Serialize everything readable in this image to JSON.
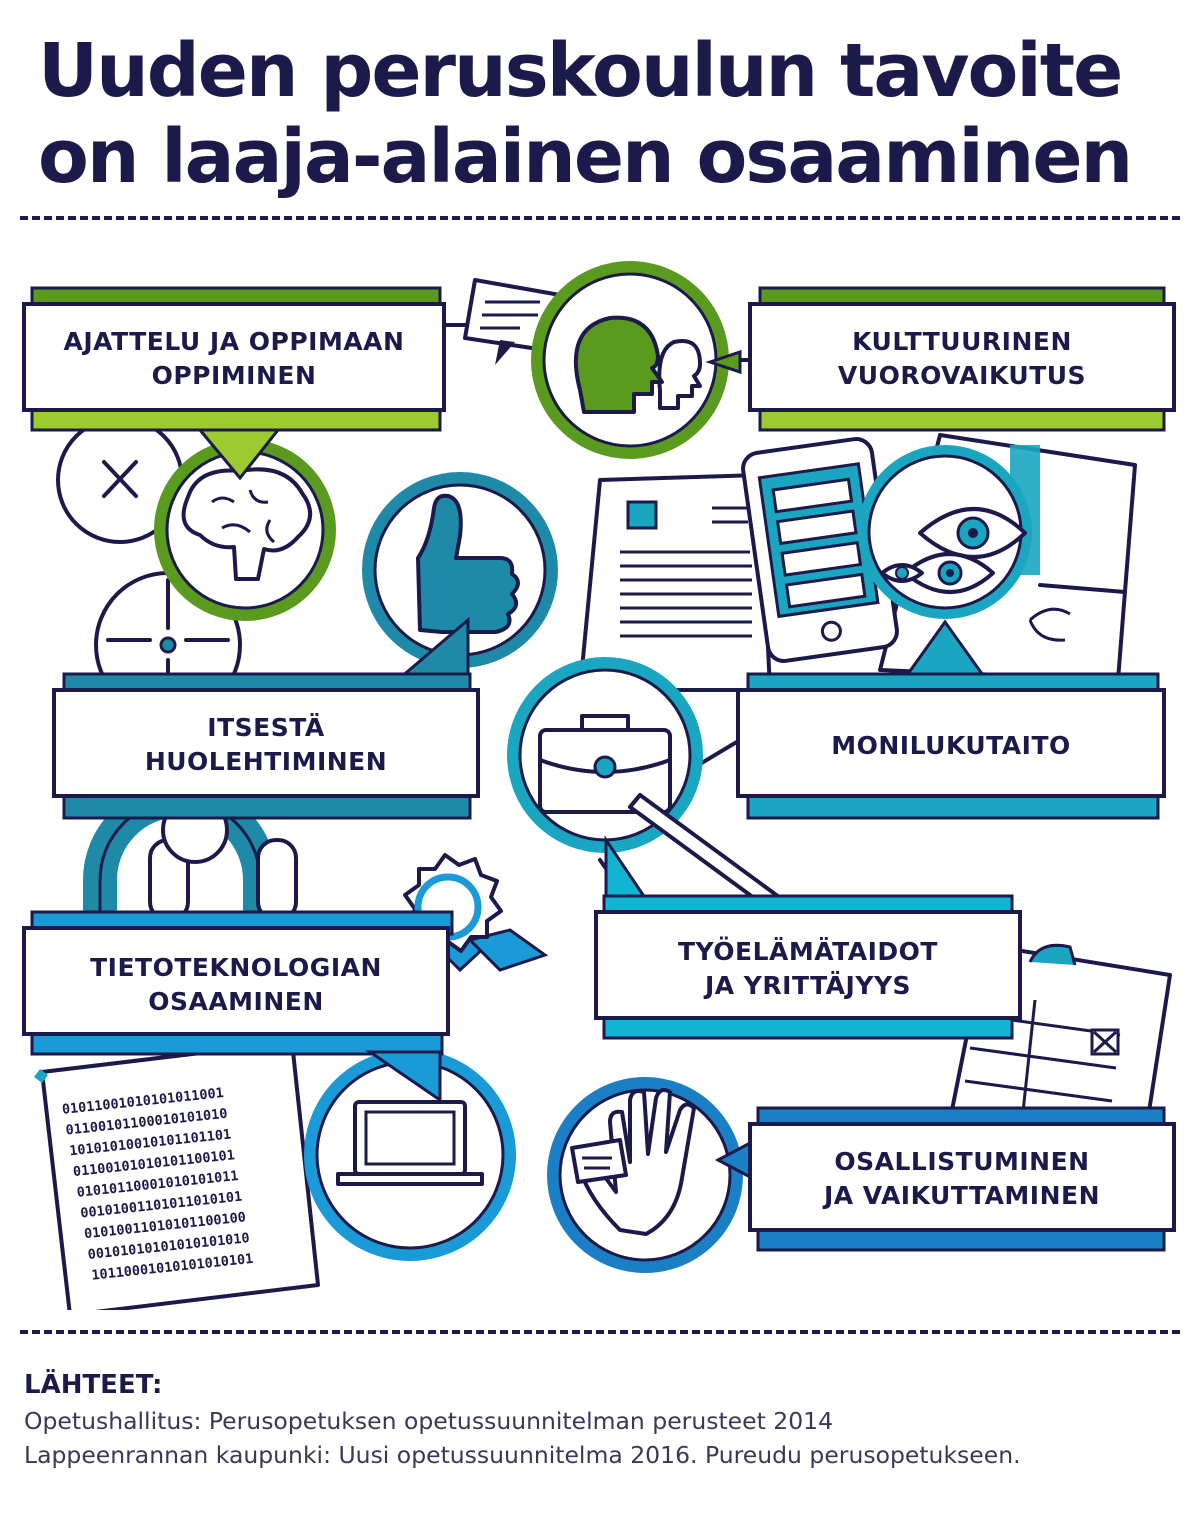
{
  "title": {
    "line1": "Uuden peruskoulun tavoite",
    "line2": "on laaja-alainen osaaminen"
  },
  "competences": [
    {
      "line1": "AJATTELU JA OPPIMAAN",
      "line2": "OPPIMINEN",
      "icon": "brain-icon",
      "color": "#5a9a1e"
    },
    {
      "line1": "KULTTUURINEN",
      "line2": "VUOROVAIKUTUS",
      "icon": "heads-icon",
      "color": "#5a9a1e"
    },
    {
      "line1": "ITSESTÄ",
      "line2": "HUOLEHTIMINEN",
      "icon": "thumbs-up-icon",
      "color": "#1f8aa8"
    },
    {
      "line1": "MONILUKUTAITO",
      "line2": "",
      "icon": "eye-icon",
      "color": "#1aa6c0"
    },
    {
      "line1": "TIETOTEKNOLOGIAN",
      "line2": "OSAAMINEN",
      "icon": "laptop-icon",
      "color": "#1a9ad6"
    },
    {
      "line1": "TYÖELÄMÄTAIDOT",
      "line2": "JA YRITTÄJYYS",
      "icon": "briefcase-icon",
      "color": "#12b4d4"
    },
    {
      "line1": "OSALLISTUMINEN",
      "line2": "JA VAIKUTTAMINEN",
      "icon": "hand-icon",
      "color": "#1a7fc4"
    }
  ],
  "binary": [
    "01011001010101011001",
    "01100101100010101010",
    "10101010010101101101",
    "01100101010101100101",
    "01010110001010101011",
    "00101001101011010101",
    "01010011010101100100",
    "00101010101010101010",
    "10110001010101010101"
  ],
  "sources": {
    "heading": "LÄHTEET:",
    "lines": [
      "Opetushallitus: Perusopetuksen opetussuunnitelman perusteet 2014",
      "Lappeenrannan kaupunki: Uusi opetussuunnitelma 2016. Pureudu perusopetukseen."
    ]
  },
  "colors": {
    "navy": "#1c1a4a",
    "green": "#5a9a1e",
    "lime": "#9bcb2e",
    "teal": "#1f8aa8",
    "cyan": "#1aa6c0",
    "blue": "#1a7fc4"
  }
}
